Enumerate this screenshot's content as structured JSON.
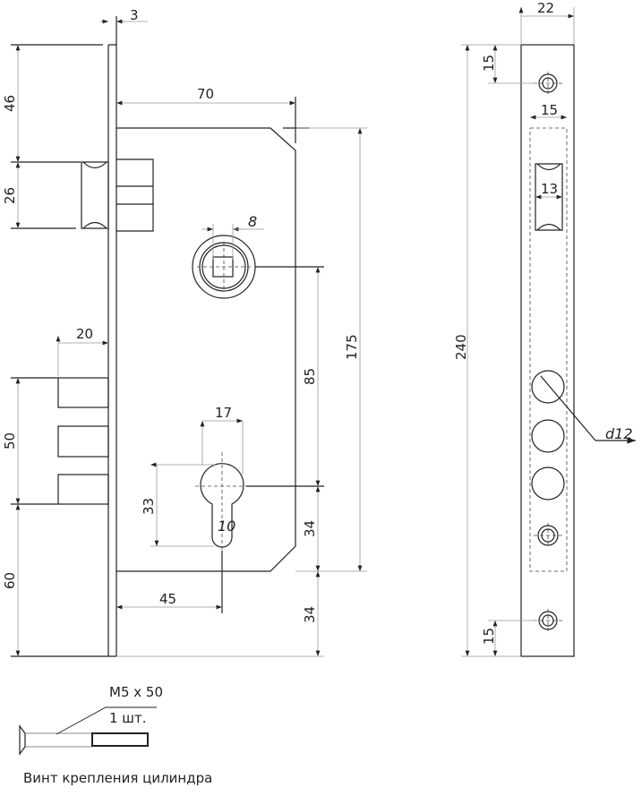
{
  "dimensions": {
    "faceplate_thickness": "3",
    "body_depth": "70",
    "top_to_latch": "46",
    "latch_height": "26",
    "spindle_square": "8",
    "bolt_projection": "20",
    "bolt_height": "50",
    "bottom_to_bolt": "60",
    "cylinder_width": "17",
    "cylinder_height": "33",
    "cylinder_slot": "10",
    "backset": "45",
    "spindle_to_cylinder": "85",
    "body_height": "175",
    "cylinder_to_body_bottom": "34",
    "body_bottom_to_plate": "34"
  },
  "strike": {
    "width": "22",
    "top_hole_offset": "15",
    "latch_hole_width": "15",
    "latch_hole_inner": "13",
    "length": "240",
    "hole_diameter": "d12",
    "bottom_hole_offset": "15"
  },
  "screw": {
    "spec": "M5 x 50",
    "quantity": "1 шт.",
    "caption": "Винт крепления цилиндра"
  }
}
